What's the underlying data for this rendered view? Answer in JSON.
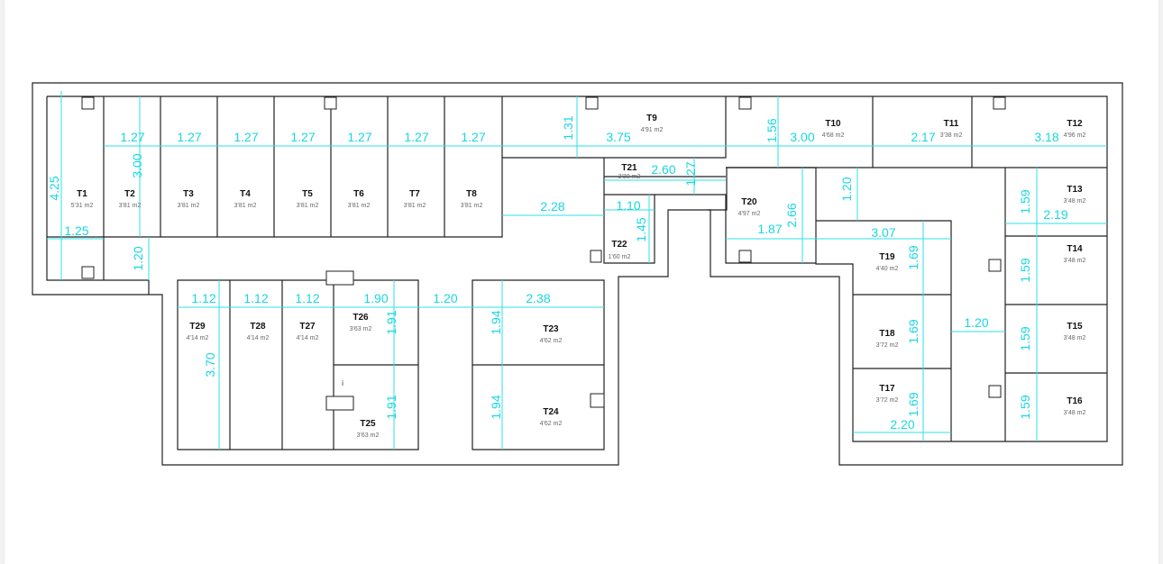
{
  "floor_plan": {
    "rooms": [
      {
        "id": "T1",
        "area": "5'31 m2"
      },
      {
        "id": "T2",
        "area": "3'81 m2"
      },
      {
        "id": "T3",
        "area": "3'81 m2"
      },
      {
        "id": "T4",
        "area": "3'81 m2"
      },
      {
        "id": "T5",
        "area": "3'81 m2"
      },
      {
        "id": "T6",
        "area": "3'81 m2"
      },
      {
        "id": "T7",
        "area": "3'81 m2"
      },
      {
        "id": "T8",
        "area": "3'81 m2"
      },
      {
        "id": "T9",
        "area": "4'91 m2"
      },
      {
        "id": "T10",
        "area": "4'68 m2"
      },
      {
        "id": "T11",
        "area": "3'38 m2"
      },
      {
        "id": "T12",
        "area": "4'96 m2"
      },
      {
        "id": "T13",
        "area": "3'48 m2"
      },
      {
        "id": "T14",
        "area": "3'48 m2"
      },
      {
        "id": "T15",
        "area": "3'48 m2"
      },
      {
        "id": "T16",
        "area": "3'48 m2"
      },
      {
        "id": "T17",
        "area": "3'72 m2"
      },
      {
        "id": "T18",
        "area": "3'72 m2"
      },
      {
        "id": "T19",
        "area": "4'40 m2"
      },
      {
        "id": "T20",
        "area": "4'97 m2"
      },
      {
        "id": "T21",
        "area": "3'30 m2"
      },
      {
        "id": "T22",
        "area": "1'60 m2"
      },
      {
        "id": "T23",
        "area": "4'62 m2"
      },
      {
        "id": "T24",
        "area": "4'62 m2"
      },
      {
        "id": "T25",
        "area": "3'63 m2"
      },
      {
        "id": "T26",
        "area": "3'63 m2"
      },
      {
        "id": "T27",
        "area": "4'14 m2"
      },
      {
        "id": "T28",
        "area": "4'14 m2"
      },
      {
        "id": "T29",
        "area": "4'14 m2"
      }
    ],
    "dimensions": {
      "d_1_27_a": "1.27",
      "d_1_27_b": "1.27",
      "d_1_27_c": "1.27",
      "d_1_27_d": "1.27",
      "d_1_27_e": "1.27",
      "d_1_27_f": "1.27",
      "d_1_27_g": "1.27",
      "d_4_25": "4.25",
      "d_3_00_a": "3.00",
      "d_1_25": "1.25",
      "d_1_20_a": "1.20",
      "d_1_31": "1.31",
      "d_3_75": "3.75",
      "d_1_56": "1.56",
      "d_3_00_b": "3.00",
      "d_2_17": "2.17",
      "d_3_18": "3.18",
      "d_2_60": "2.60",
      "d_1_27_h": "1.27",
      "d_2_28": "2.28",
      "d_1_10": "1.10",
      "d_1_45": "1.45",
      "d_1_87": "1.87",
      "d_2_66": "2.66",
      "d_1_20_b": "1.20",
      "d_3_07": "3.07",
      "d_1_59_a": "1.59",
      "d_2_19": "2.19",
      "d_1_59_b": "1.59",
      "d_1_59_c": "1.59",
      "d_1_59_d": "1.59",
      "d_1_69_a": "1.69",
      "d_1_69_b": "1.69",
      "d_1_69_c": "1.69",
      "d_1_20_c": "1.20",
      "d_2_20": "2.20",
      "d_1_12_a": "1.12",
      "d_1_12_b": "1.12",
      "d_1_12_c": "1.12",
      "d_1_90": "1.90",
      "d_1_20_d": "1.20",
      "d_2_38": "2.38",
      "d_1_91_a": "1.91",
      "d_1_91_b": "1.91",
      "d_1_94_a": "1.94",
      "d_1_94_b": "1.94",
      "d_3_70": "3.70"
    },
    "marker": "i"
  }
}
